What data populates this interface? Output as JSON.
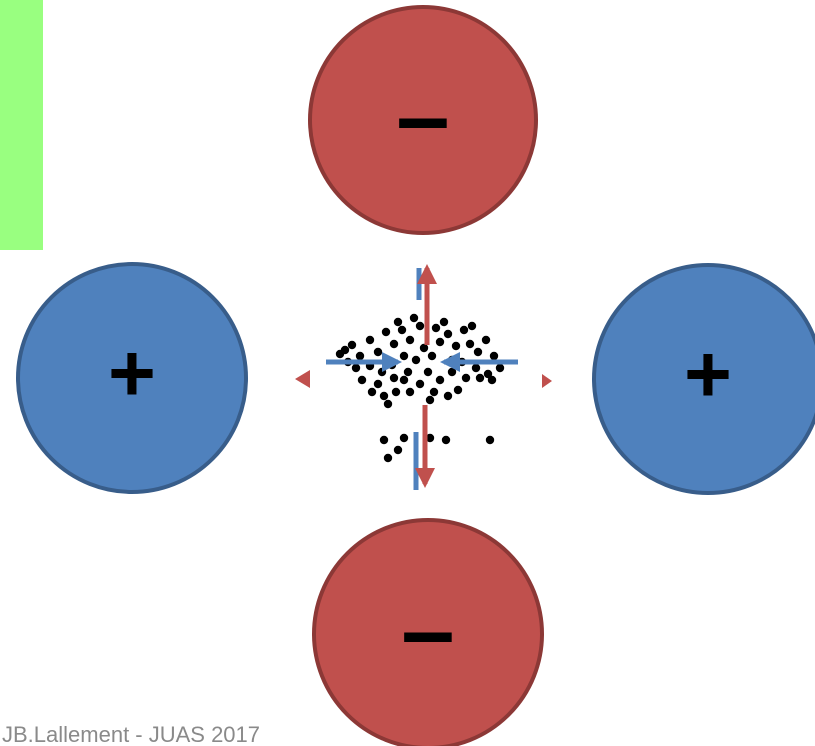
{
  "colors": {
    "negative_fill": "#c0504d",
    "negative_border": "#8c3836",
    "positive_fill": "#4f81bd",
    "positive_border": "#385d8a",
    "focusing_arrow": "#4f81bd",
    "defocusing_arrow": "#c0504d",
    "particle": "#000000",
    "accent_bar": "#99ff80"
  },
  "poles": {
    "top": {
      "label": "–",
      "polarity": "negative"
    },
    "bottom": {
      "label": "–",
      "polarity": "negative"
    },
    "left": {
      "label": "+",
      "polarity": "positive"
    },
    "right": {
      "label": "+",
      "polarity": "positive"
    }
  },
  "footer": {
    "text": "JB.Lallement - JUAS 2017"
  }
}
